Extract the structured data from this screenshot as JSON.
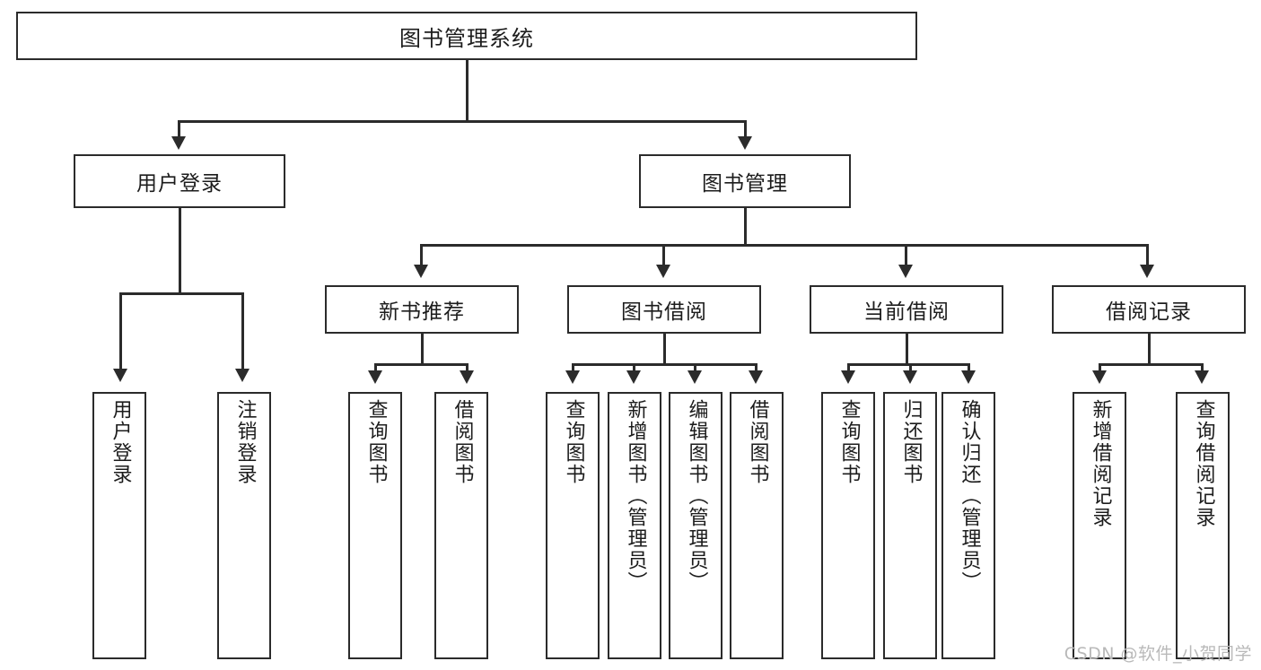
{
  "diagram": {
    "title": "图书管理系统",
    "type": "tree-hierarchy-chart",
    "root": {
      "label": "图书管理系统"
    },
    "level2": [
      {
        "label": "用户登录"
      },
      {
        "label": "图书管理"
      }
    ],
    "level3": [
      {
        "label": "新书推荐"
      },
      {
        "label": "图书借阅"
      },
      {
        "label": "当前借阅"
      },
      {
        "label": "借阅记录"
      }
    ],
    "leaves": [
      {
        "label": "用户登录"
      },
      {
        "label": "注销登录"
      },
      {
        "label": "查询图书"
      },
      {
        "label": "借阅图书"
      },
      {
        "label": "查询图书"
      },
      {
        "label": "新增图书（管理员）"
      },
      {
        "label": "编辑图书（管理员）"
      },
      {
        "label": "借阅图书"
      },
      {
        "label": "查询图书"
      },
      {
        "label": "归还图书"
      },
      {
        "label": "确认归还（管理员）"
      },
      {
        "label": "新增借阅记录"
      },
      {
        "label": "查询借阅记录"
      }
    ]
  },
  "watermark": {
    "text": "CSDN @软件_小贺同学"
  },
  "colors": {
    "stroke": "#2b2b2b",
    "background": "#ffffff",
    "text": "#1c1c1c",
    "watermark": "#b9b9b9"
  }
}
